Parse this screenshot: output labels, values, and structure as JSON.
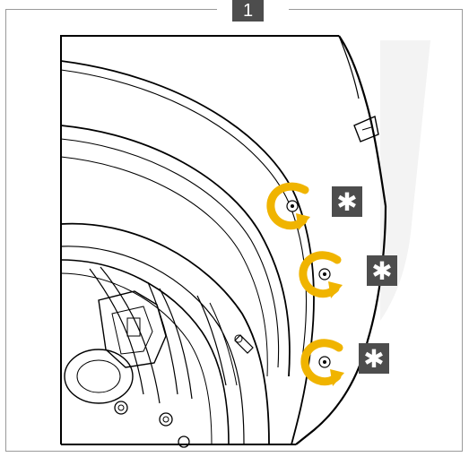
{
  "view_label": "1",
  "fastener_marker": "✱",
  "fasteners": [
    {
      "id": "upper",
      "arrow_color": "#f0b400"
    },
    {
      "id": "middle",
      "arrow_color": "#f0b400"
    },
    {
      "id": "lower",
      "arrow_color": "#f0b400"
    }
  ],
  "colors": {
    "marker_box": "#4d4d4d",
    "marker_glyph": "#ffffff",
    "arrow": "#f0b400",
    "line": "#000000",
    "watermark": "#f2f2f2"
  }
}
